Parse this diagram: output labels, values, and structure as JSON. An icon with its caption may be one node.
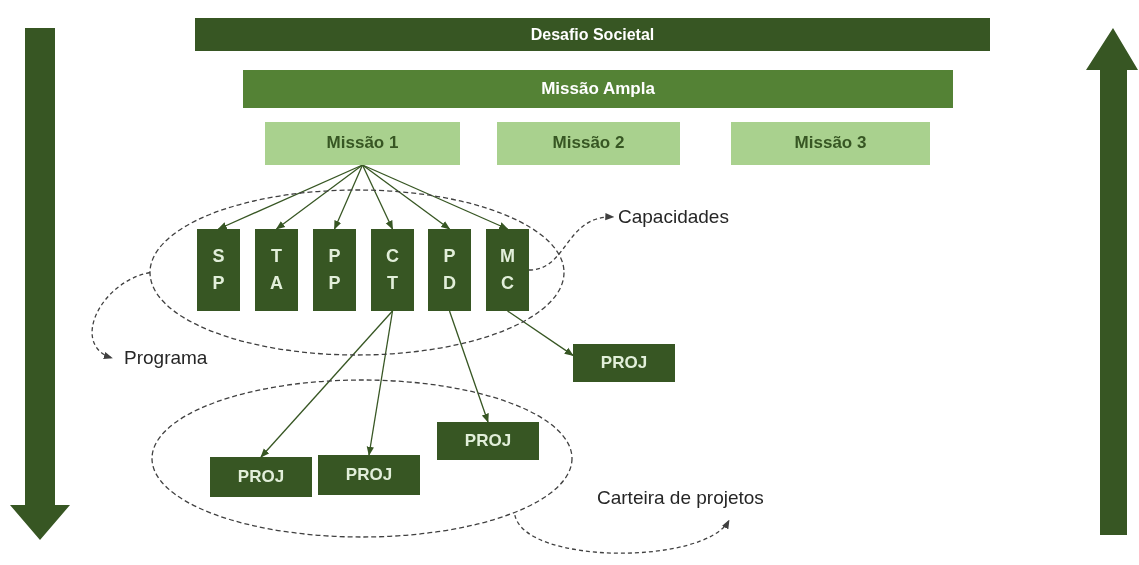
{
  "diagram": {
    "nodes": [
      {
        "text": [
          "Desafio Societal"
        ]
      },
      {
        "text": [
          "Missão Ampla"
        ]
      },
      {
        "text": [
          "Missão 1"
        ]
      },
      {
        "text": [
          "Missão 2"
        ]
      },
      {
        "text": [
          "Missão 3"
        ]
      },
      {
        "text": [],
        "shape": "ellipse"
      },
      {
        "text": [
          "S P"
        ],
        "in": 5
      },
      {
        "text": [
          "T A"
        ],
        "in": 5
      },
      {
        "text": [
          "P P"
        ],
        "in": 5
      },
      {
        "text": [
          "C T"
        ],
        "in": 5
      },
      {
        "text": [
          "P D"
        ],
        "in": 5
      },
      {
        "text": [
          "M C"
        ],
        "in": 5
      },
      {
        "text": [
          "PROJ"
        ]
      },
      {
        "text": [],
        "shape": "ellipse"
      },
      {
        "text": [
          "PROJ"
        ],
        "in": 13
      },
      {
        "text": [
          "PROJ"
        ],
        "in": 13
      },
      {
        "text": [
          "PROJ"
        ],
        "in": 13
      },
      {
        "text": [
          "Capacidades"
        ]
      },
      {
        "text": [
          "Programa"
        ]
      },
      {
        "text": [
          "Carteira de projetos"
        ]
      }
    ],
    "edges": [
      {
        "from": 2,
        "to": 6,
        "arrow": "to"
      },
      {
        "from": 2,
        "to": 7,
        "arrow": "to"
      },
      {
        "from": 2,
        "to": 8,
        "arrow": "to"
      },
      {
        "from": 2,
        "to": 9,
        "arrow": "to"
      },
      {
        "from": 2,
        "to": 10,
        "arrow": "to"
      },
      {
        "from": 2,
        "to": 11,
        "arrow": "to"
      },
      {
        "from": 11,
        "to": 12,
        "arrow": "to"
      },
      {
        "from": 9,
        "to": 14,
        "arrow": "to"
      },
      {
        "from": 9,
        "to": 15,
        "arrow": "to"
      },
      {
        "from": 10,
        "to": 16,
        "arrow": "to"
      },
      {
        "from": 11,
        "to": 17,
        "arrow": "to",
        "style": "dashed",
        "color": "#404040"
      },
      {
        "from": 5,
        "to": 18,
        "arrow": "to",
        "style": "dashed",
        "color": "#404040"
      },
      {
        "from": 13,
        "to": 19,
        "arrow": "to",
        "style": "dashed",
        "color": "#404040"
      }
    ]
  }
}
